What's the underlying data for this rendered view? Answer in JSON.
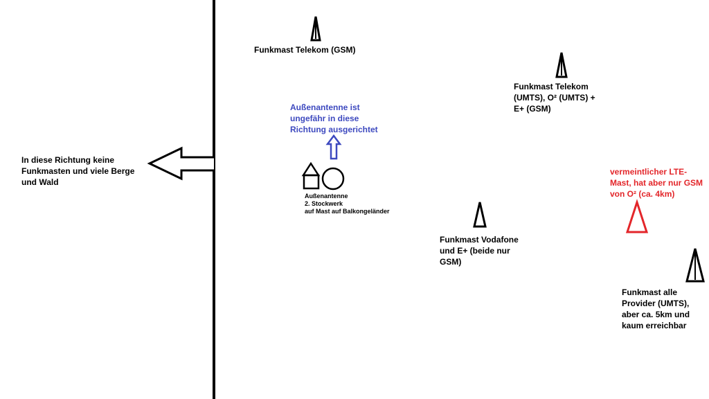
{
  "colors": {
    "background": "#ffffff",
    "ink": "#000000",
    "blue": "#3d49bf",
    "red": "#e3262a"
  },
  "left_area": {
    "label": "In diese Richtung keine\nFunkmasten und viele Berge\nund Wald"
  },
  "antenna": {
    "direction_note": "Außenantenne ist\nungefähr in diese\nRichtung ausgerichtet",
    "location_note": "Außenantenne\n2. Stockwerk\nauf Mast auf Balkongeländer"
  },
  "towers": [
    {
      "label": "Funkmast Telekom (GSM)",
      "color": "ink",
      "icon": "tower-icon"
    },
    {
      "label": "Funkmast Telekom\n(UMTS), O² (UMTS) +\nE+ (GSM)",
      "color": "ink",
      "icon": "tower-icon"
    },
    {
      "label": "vermeintlicher LTE-\nMast, hat aber nur GSM\nvon O² (ca. 4km)",
      "color": "red",
      "icon": "tower-icon"
    },
    {
      "label": "Funkmast Vodafone\nund E+ (beide nur\nGSM)",
      "color": "ink",
      "icon": "tower-icon"
    },
    {
      "label": "Funkmast alle\nProvider (UMTS),\naber ca. 5km und\nkaum erreichbar",
      "color": "ink",
      "icon": "tower-icon"
    }
  ]
}
